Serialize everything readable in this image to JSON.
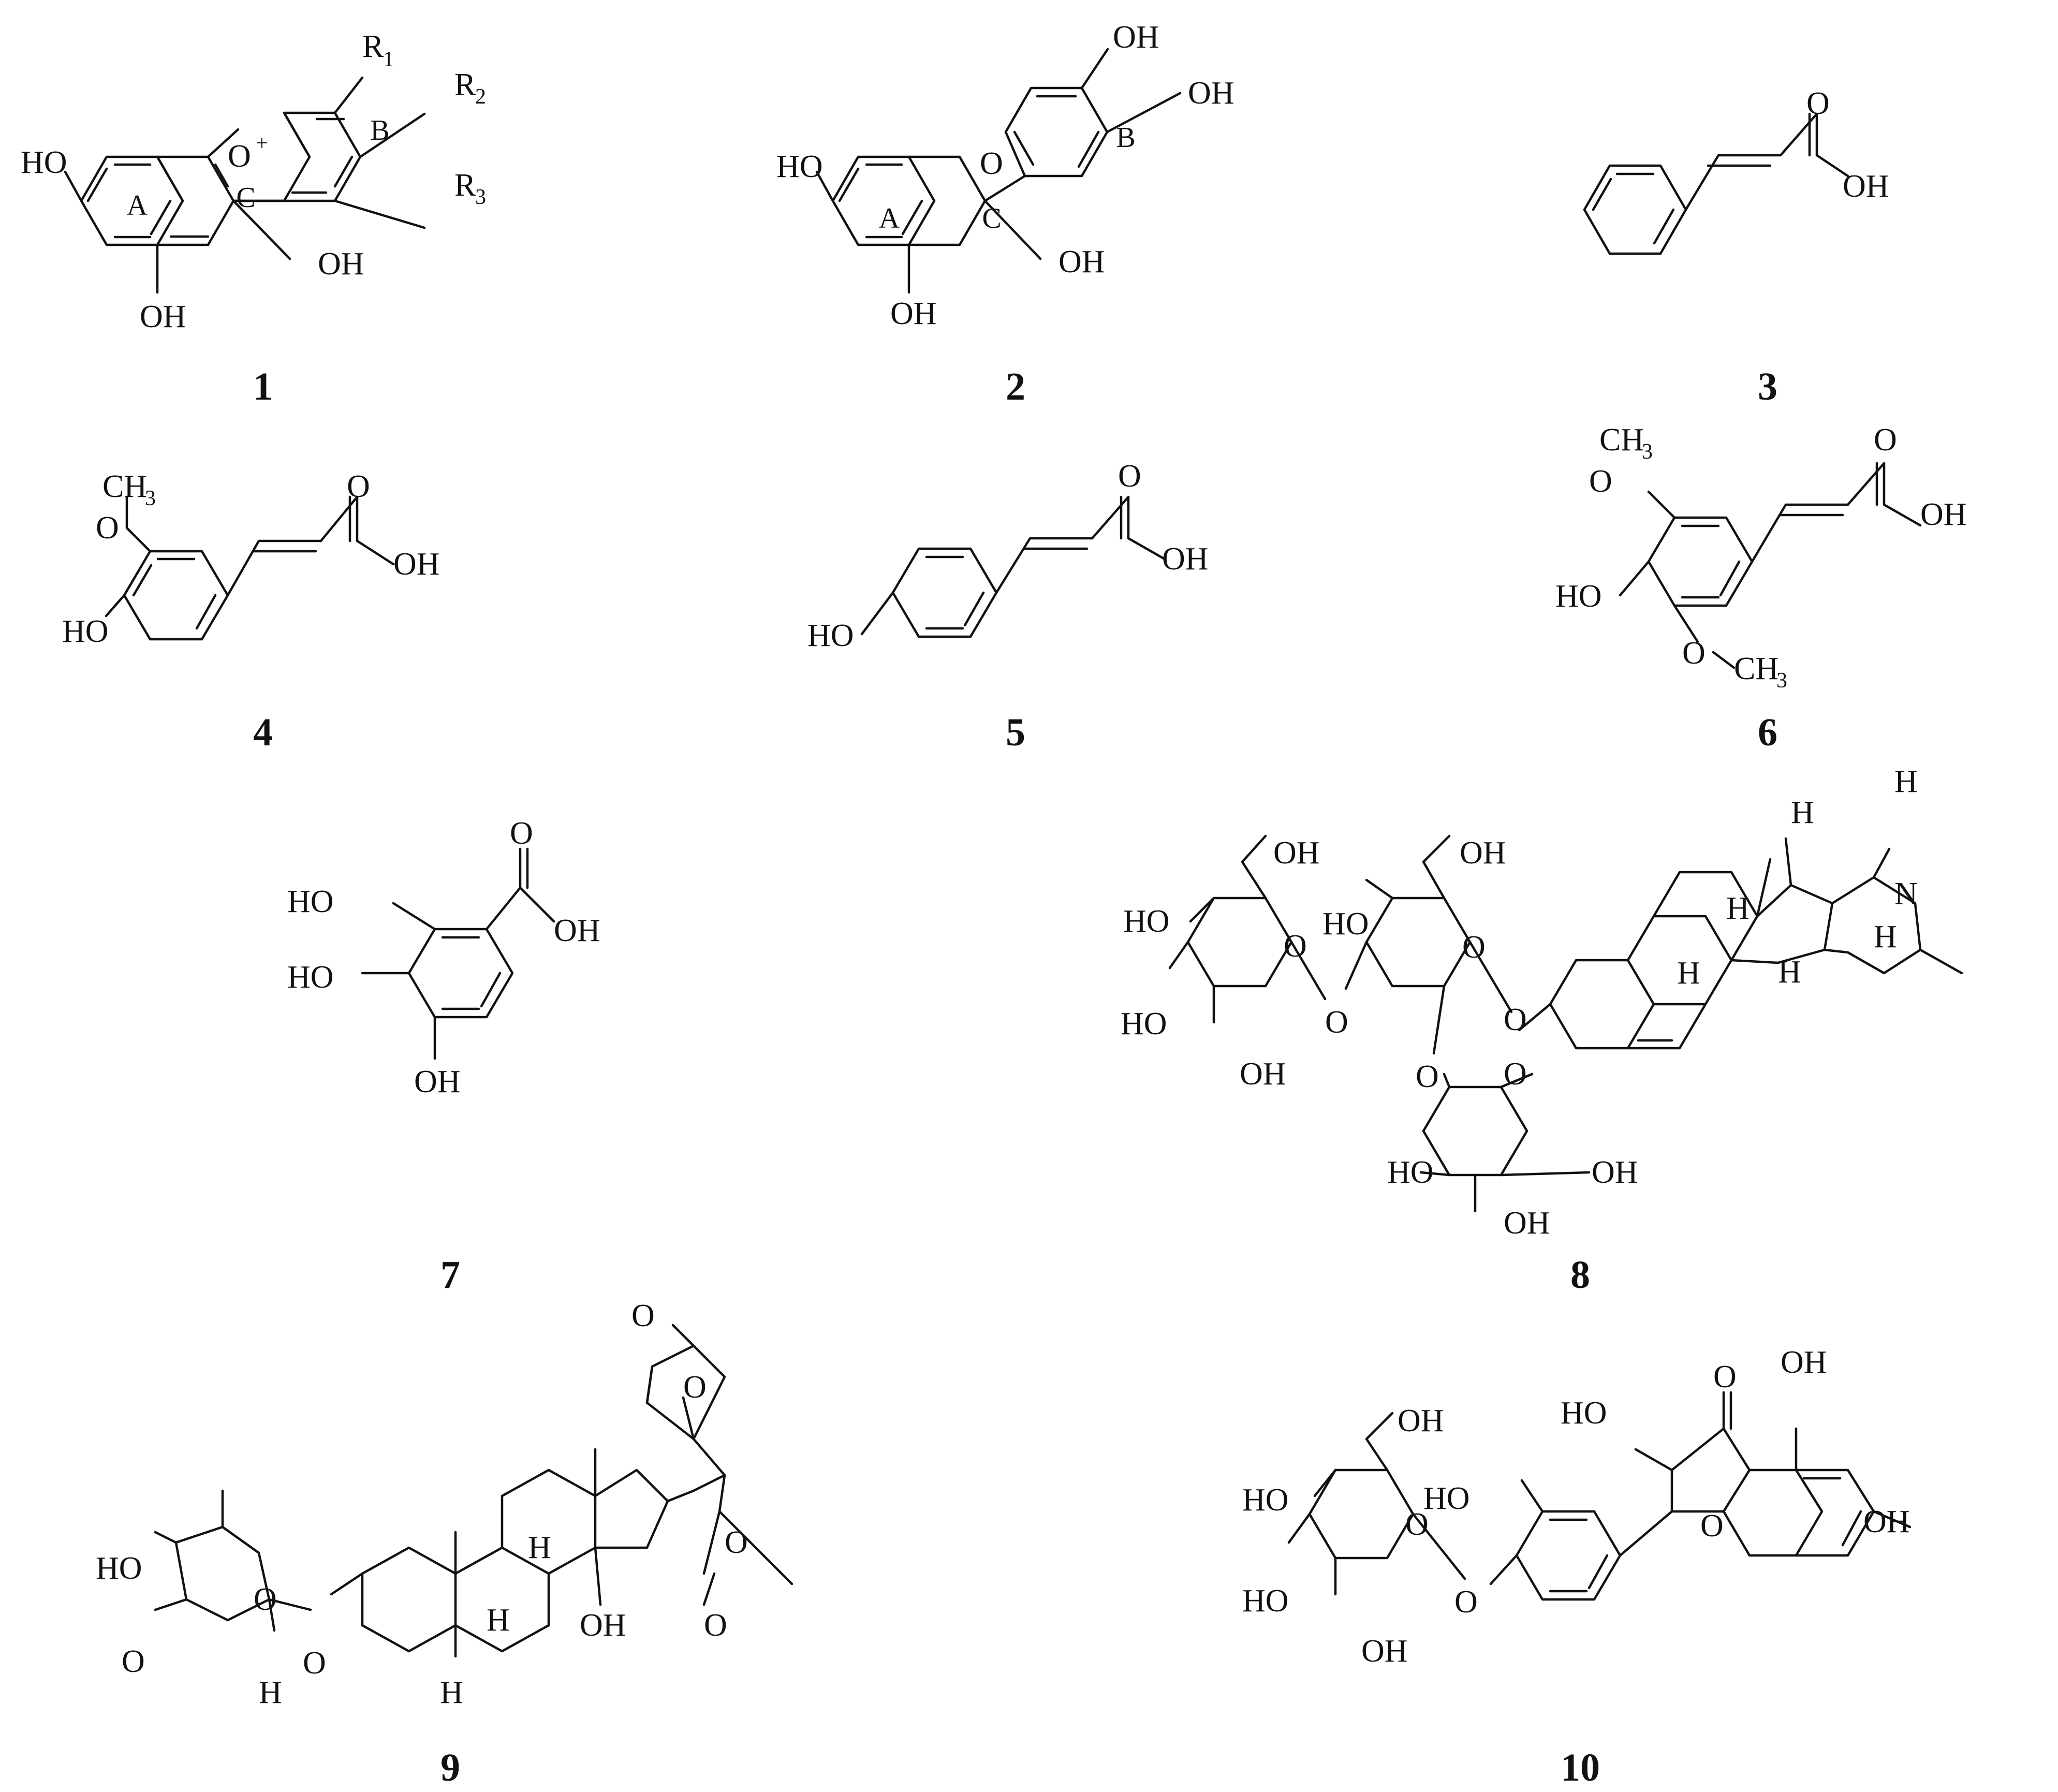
{
  "compounds": [
    {
      "number": "1",
      "labels": {
        "ho7": "HO",
        "oplus": "O",
        "plus": "+",
        "r1": "R",
        "r1sub": "1",
        "r2": "R",
        "r2sub": "2",
        "r3": "R",
        "r3sub": "3",
        "oh3": "OH",
        "oh5": "OH"
      },
      "rings": [
        "A",
        "C",
        "B"
      ]
    },
    {
      "number": "2",
      "labels": {
        "ho7": "HO",
        "o1": "O",
        "oh3p": "OH",
        "oh4p": "OH",
        "oh3": "OH",
        "oh5": "OH"
      },
      "rings": [
        "A",
        "C",
        "B"
      ]
    },
    {
      "number": "3",
      "labels": {
        "o": "O",
        "oh": "OH"
      }
    },
    {
      "number": "4",
      "labels": {
        "ch3": "CH",
        "ch3sub": "3",
        "o": "O",
        "acid_o": "O",
        "oh": "OH",
        "ho": "HO"
      }
    },
    {
      "number": "5",
      "labels": {
        "acid_o": "O",
        "oh": "OH",
        "ho": "HO"
      }
    },
    {
      "number": "6",
      "labels": {
        "ch3a": "CH",
        "ch3asub": "3",
        "oa": "O",
        "acid_o": "O",
        "oh": "OH",
        "ho": "HO",
        "ob": "O",
        "ch3b": "CH",
        "ch3bsub": "3"
      }
    },
    {
      "number": "7",
      "labels": {
        "acid_o": "O",
        "oh": "OH",
        "ho1": "HO",
        "ho2": "HO",
        "oh3": "OH"
      }
    },
    {
      "number": "8",
      "labels": {
        "oh_a": "OH",
        "oh_b": "OH",
        "ho_a1": "HO",
        "o_ring_a": "O",
        "ho_a2": "HO",
        "oh_a3": "OH",
        "o_link1": "O",
        "ho_b1": "HO",
        "o_ring_b": "O",
        "o_link2": "O",
        "o_link3": "O",
        "o_ring_c": "O",
        "ho_c1": "HO",
        "oh_c2": "OH",
        "oh_c3": "OH",
        "n": "N",
        "h1": "H",
        "h2": "H",
        "h3": "H",
        "h4": "H",
        "h5": "H",
        "h6": "H"
      }
    },
    {
      "number": "9",
      "labels": {
        "o_lac": "O",
        "o_ring": "O",
        "ho": "HO",
        "o_sugar": "O",
        "o_me": "O",
        "h_ano": "H",
        "o_glyc": "O",
        "h5": "H",
        "h9": "H",
        "h8": "H",
        "oh14": "OH",
        "o_ac": "O",
        "o_carb": "O"
      }
    },
    {
      "number": "10",
      "labels": {
        "oh_ch2": "OH",
        "ho1": "HO",
        "o_ring": "O",
        "ho2": "HO",
        "oh3": "OH",
        "ho_b": "HO",
        "o_glyc": "O",
        "o4": "O",
        "oh5": "OH",
        "ho3": "HO",
        "o1": "O",
        "oh7": "OH"
      }
    }
  ]
}
